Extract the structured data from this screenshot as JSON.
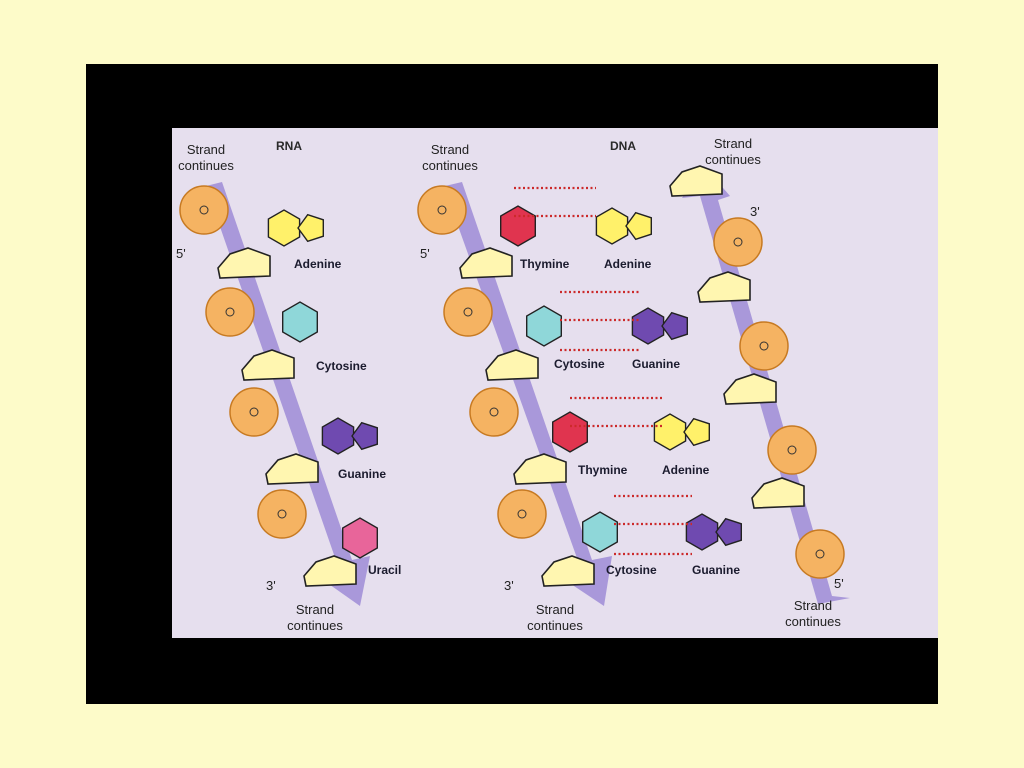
{
  "colors": {
    "page_background": "#fdfbc9",
    "frame": "#000000",
    "figure_background": "#e6dfee",
    "backbone_ribbon": "#9d8cd6",
    "phosphate": "#f5b362",
    "sugar": "#fff6b0",
    "adenine": "#fff16a",
    "cytosine": "#8fd7d9",
    "guanine": "#6f4ab0",
    "thymine": "#e0344f",
    "uracil": "#e8659a",
    "hydrogen_bond": "#cc2a2a"
  },
  "rna": {
    "title": "RNA",
    "strand_top": "Strand\ncontinues",
    "strand_bottom": "Strand\ncontinues",
    "five_prime": "5'",
    "three_prime": "3'",
    "bases": [
      "Adenine",
      "Cytosine",
      "Guanine",
      "Uracil"
    ]
  },
  "dna": {
    "title": "DNA",
    "left_strand_top": "Strand\ncontinues",
    "left_strand_bottom": "Strand\ncontinues",
    "right_strand_top": "Strand\ncontinues",
    "right_strand_bottom": "Strand\ncontinues",
    "left_five_prime": "5'",
    "left_three_prime": "3'",
    "right_three_prime": "3'",
    "right_five_prime": "5'",
    "left_bases": [
      "Thymine",
      "Cytosine",
      "Thymine",
      "Cytosine"
    ],
    "right_bases": [
      "Adenine",
      "Guanine",
      "Adenine",
      "Guanine"
    ]
  }
}
